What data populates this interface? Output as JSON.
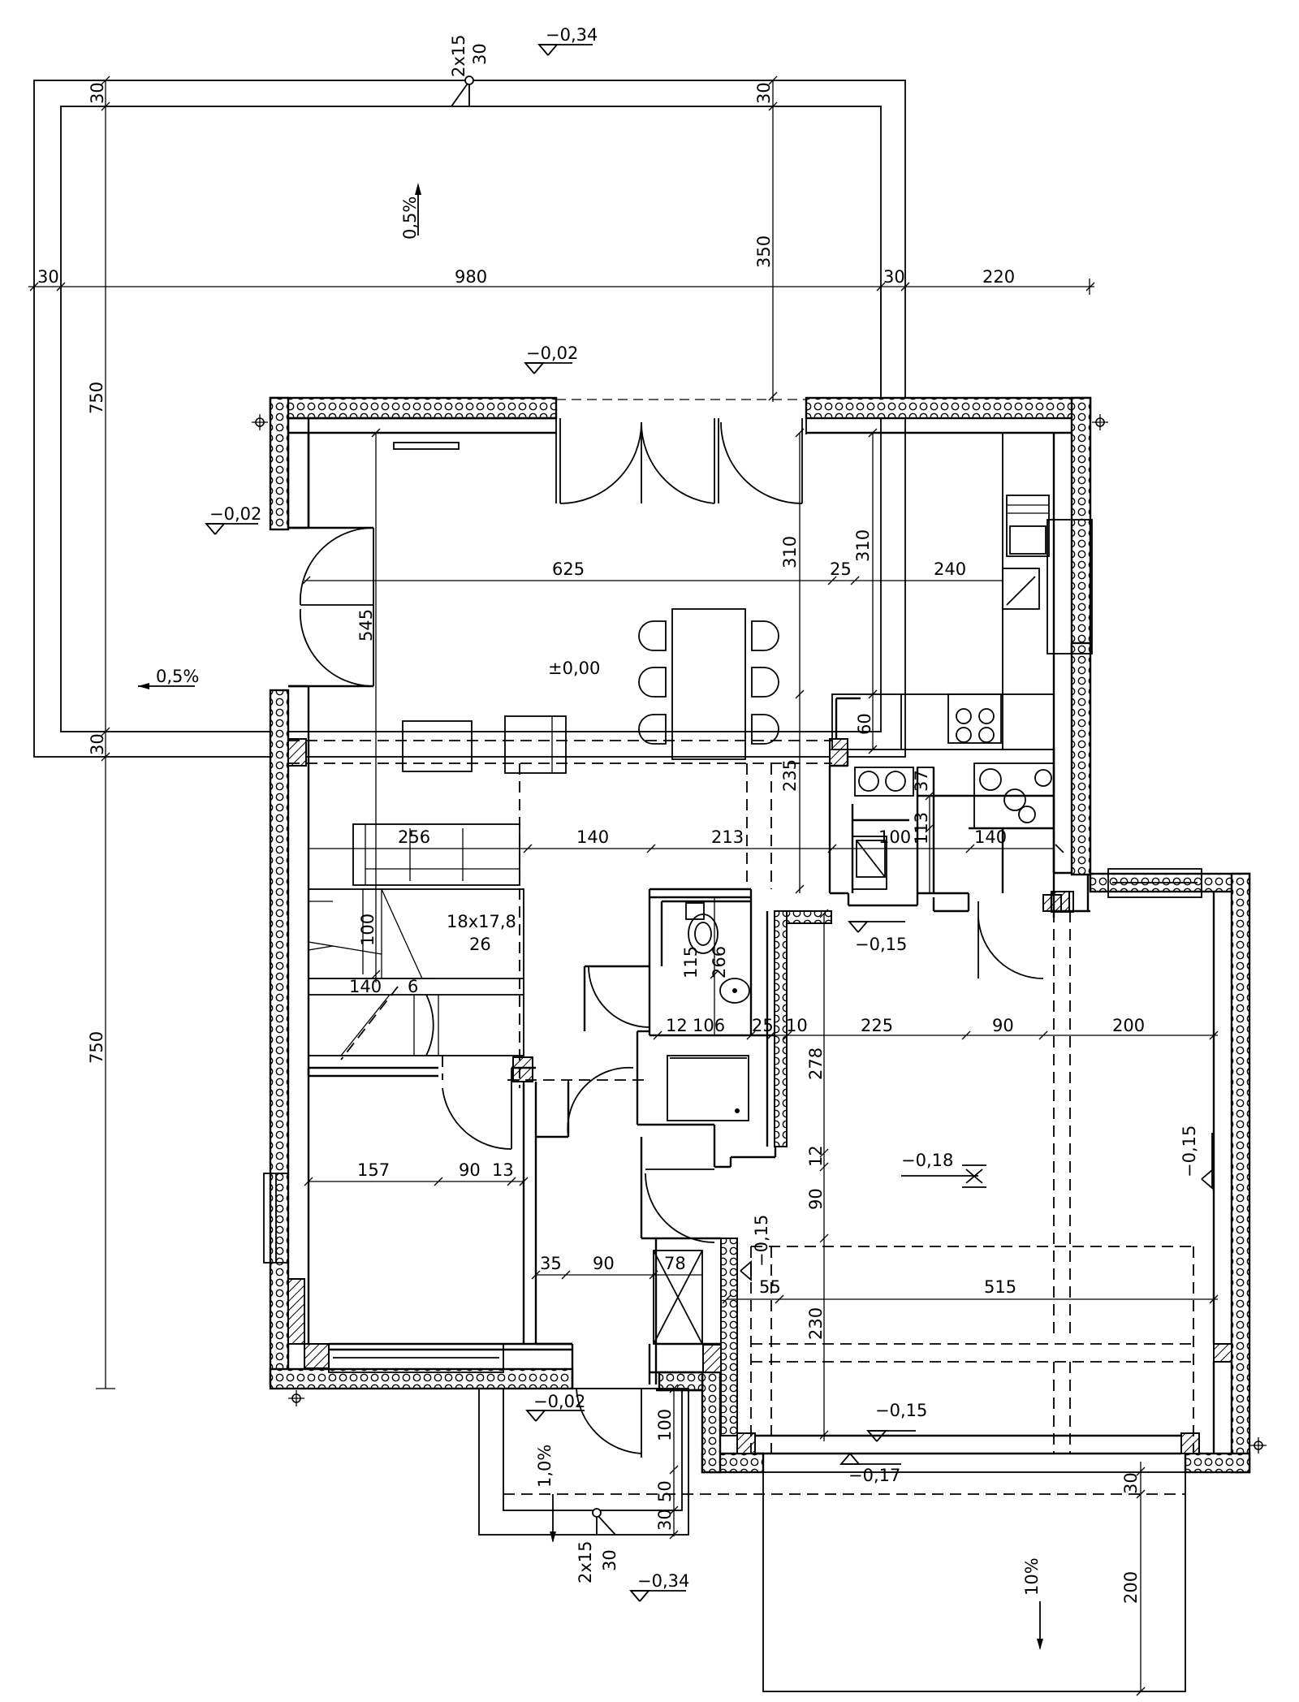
{
  "overall": {
    "left_750": "750",
    "bottom_750": "750",
    "back_30_a": "30",
    "back_980": "980",
    "back_30_b": "30",
    "back_220": "220",
    "terrace_350": "350",
    "stair_top_2x15": "2x15",
    "stair_top_30": "30",
    "stair_top_30b": "30",
    "stair_top_30c": "30",
    "terrace_30_left": "30",
    "terrace_30_bottom": "30"
  },
  "levels": {
    "top_stair": "−0,34",
    "terrace": "−0,02",
    "left_terrace": "−0,02",
    "living": "±0,00",
    "utility": "−0,15",
    "garage": "−0,18",
    "garage_right": "−0,15",
    "garage_door": "−0,15",
    "garage_front": "−0,15",
    "drive": "−0,17",
    "entrance": "−0,02",
    "bottom_stair": "−0,34",
    "bottom_2x15": "2x15",
    "bottom_30": "30"
  },
  "slopes": {
    "terrace_top": "0,5%",
    "terrace_left": "0,5%",
    "entrance": "1,0%",
    "drive": "10%"
  },
  "living": {
    "d625": "625",
    "d25": "25",
    "d240": "240",
    "d310a": "310",
    "d310b": "310",
    "d545": "545",
    "d60": "60",
    "d235": "235",
    "d37": "37",
    "d113": "113",
    "d100": "100",
    "d140r": "140",
    "d256": "256",
    "d140": "140",
    "d213": "213"
  },
  "stair": {
    "size": "18x17,8",
    "steps": "26",
    "d100": "100",
    "d140": "140",
    "d6": "6"
  },
  "bath": {
    "d115": "115",
    "d266": "266",
    "d12": "12",
    "d106": "106",
    "d25": "25",
    "d10": "10"
  },
  "garage": {
    "d225": "225",
    "d90": "90",
    "d200": "200",
    "d278": "278",
    "d12": "12",
    "d90v": "90",
    "d230": "230",
    "d55": "55",
    "d515": "515"
  },
  "room": {
    "d157": "157",
    "d90": "90",
    "d13": "13",
    "d35": "35",
    "d90b": "90",
    "d78": "78"
  },
  "entrance": {
    "d100": "100",
    "d50": "50",
    "d30": "30"
  },
  "drive": {
    "d30": "30",
    "d200": "200"
  }
}
